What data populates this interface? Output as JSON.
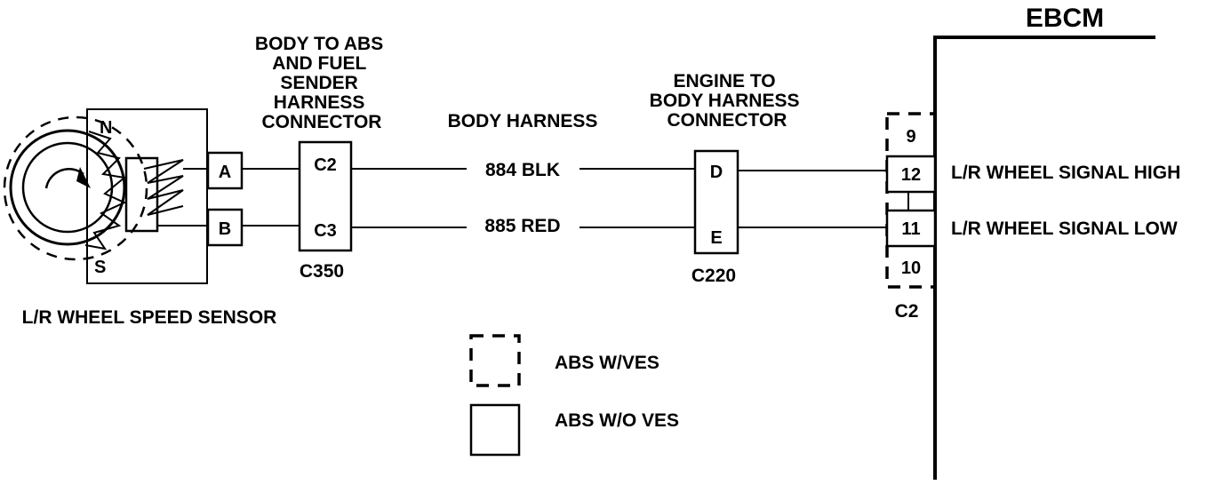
{
  "ebcm": {
    "title": "EBCM",
    "connector": "C2"
  },
  "sensor": {
    "label": "L/R WHEEL SPEED SENSOR",
    "pole_n": "N",
    "pole_s": "S"
  },
  "sensor_terminals": {
    "a": "A",
    "b": "B"
  },
  "connector_c350": {
    "title_lines": [
      "BODY TO ABS",
      "AND FUEL",
      "SENDER",
      "HARNESS",
      "CONNECTOR"
    ],
    "pin_top": "C2",
    "pin_bottom": "C3",
    "id": "C350"
  },
  "harness": {
    "title": "BODY HARNESS",
    "wire_top": "884 BLK",
    "wire_bottom": "885 RED"
  },
  "connector_c220": {
    "title_lines": [
      "ENGINE TO",
      "BODY HARNESS",
      "CONNECTOR"
    ],
    "pin_top": "D",
    "pin_bottom": "E",
    "id": "C220"
  },
  "ebcm_pins": [
    {
      "number": "9",
      "signal": ""
    },
    {
      "number": "12",
      "signal": "L/R WHEEL SIGNAL HIGH"
    },
    {
      "number": "11",
      "signal": "L/R WHEEL SIGNAL LOW"
    },
    {
      "number": "10",
      "signal": ""
    }
  ],
  "legend": {
    "dashed": "ABS W/VES",
    "solid": "ABS W/O VES"
  }
}
